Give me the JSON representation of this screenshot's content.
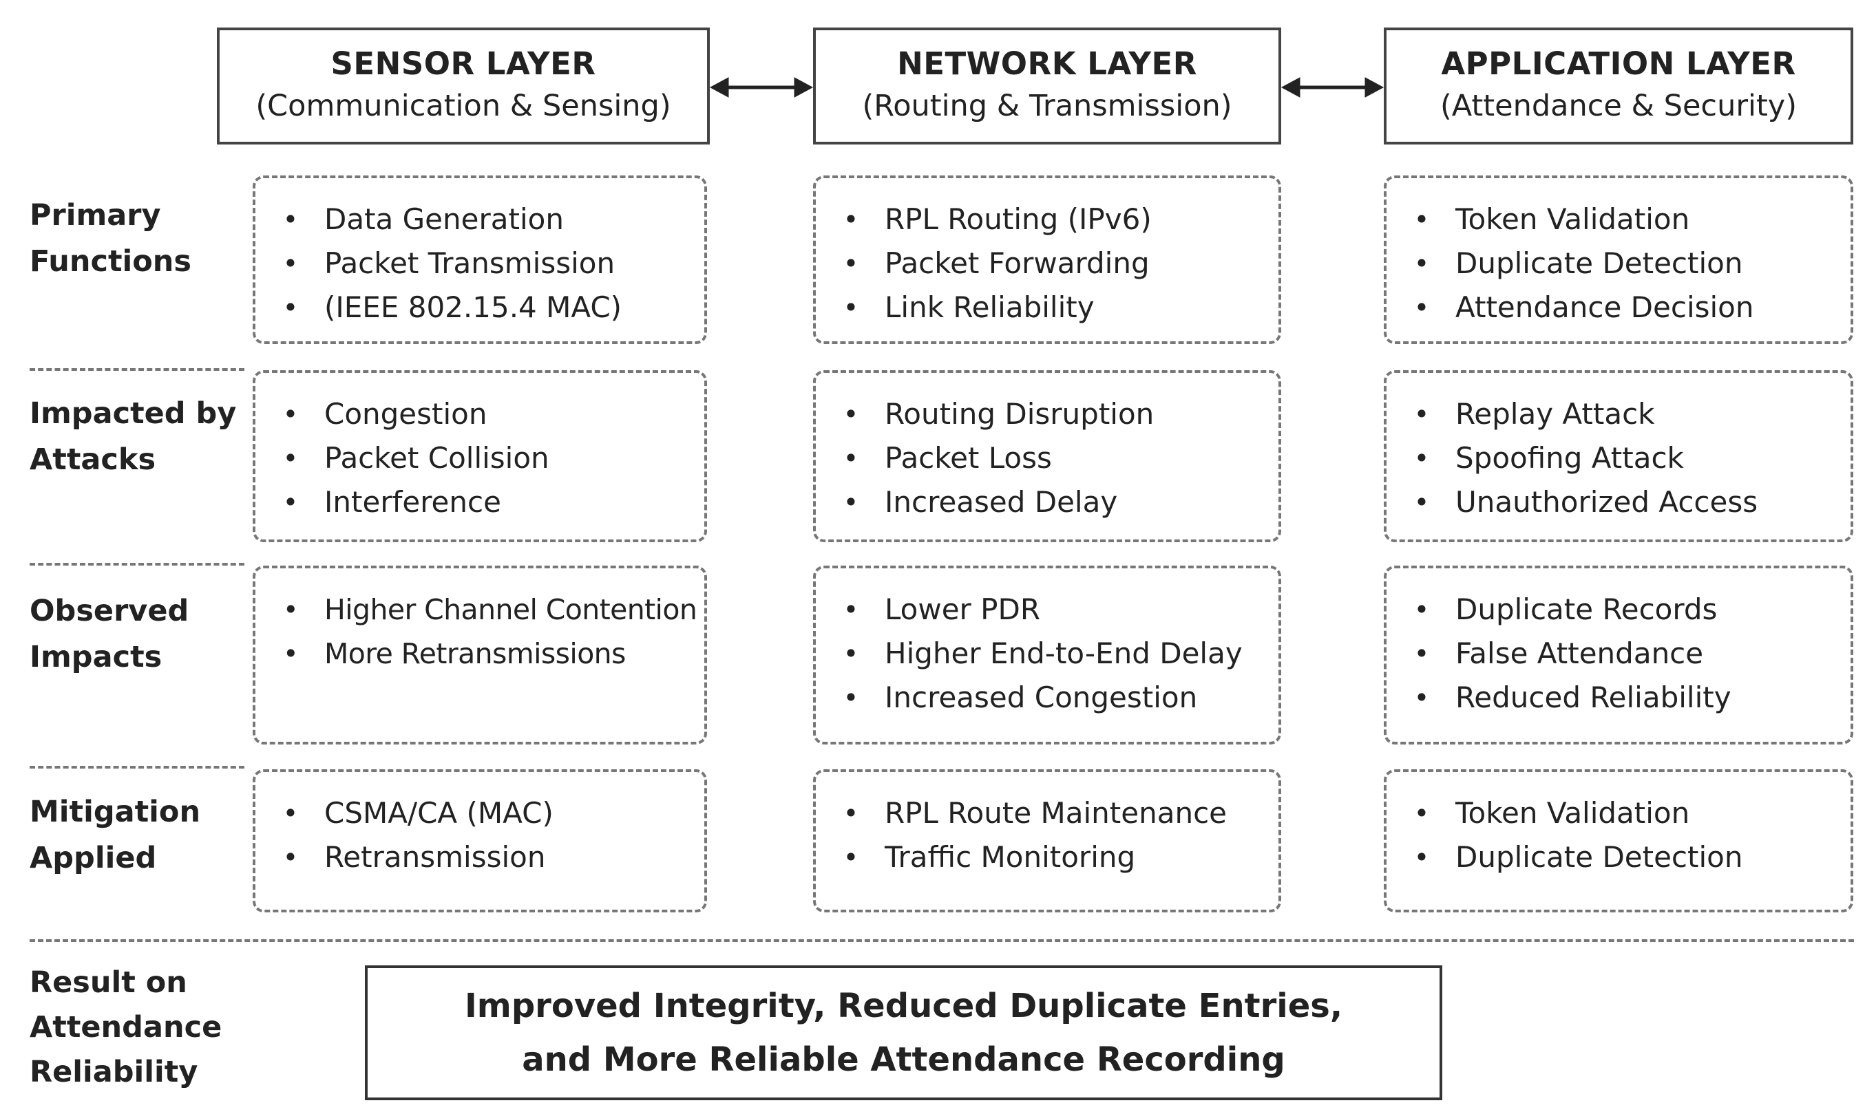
{
  "layers": [
    {
      "title": "SENSOR LAYER",
      "subtitle": "(Communication & Sensing)"
    },
    {
      "title": "NETWORK LAYER",
      "subtitle": "(Routing & Transmission)"
    },
    {
      "title": "APPLICATION LAYER",
      "subtitle": "(Attendance & Security)"
    }
  ],
  "rows": [
    {
      "label": [
        "Primary",
        "Functions"
      ],
      "cells": [
        [
          "Data Generation",
          "Packet Transmission",
          "(IEEE 802.15.4 MAC)"
        ],
        [
          "RPL Routing (IPv6)",
          "Packet Forwarding",
          "Link Reliability"
        ],
        [
          "Token Validation",
          "Duplicate Detection",
          "Attendance Decision"
        ]
      ]
    },
    {
      "label": [
        "Impacted by",
        "Attacks"
      ],
      "cells": [
        [
          "Congestion",
          "Packet Collision",
          "Interference"
        ],
        [
          "Routing Disruption",
          "Packet Loss",
          "Increased Delay"
        ],
        [
          "Replay Attack",
          "Spoofing Attack",
          "Unauthorized Access"
        ]
      ]
    },
    {
      "label": [
        "Observed",
        "Impacts"
      ],
      "cells": [
        [
          "Higher Channel Contention",
          "More Retransmissions"
        ],
        [
          "Lower PDR",
          "Higher End-to-End Delay",
          "Increased Congestion"
        ],
        [
          "Duplicate Records",
          "False Attendance",
          "Reduced Reliability"
        ]
      ]
    },
    {
      "label": [
        "Mitigation",
        "Applied"
      ],
      "cells": [
        [
          "CSMA/CA (MAC)",
          "Retransmission"
        ],
        [
          "RPL Route Maintenance",
          "Traffic Monitoring"
        ],
        [
          "Token Validation",
          "Duplicate Detection"
        ]
      ]
    }
  ],
  "result": {
    "label": [
      "Result on",
      "Attendance",
      "Reliability"
    ],
    "text": [
      "Improved Integrity, Reduced Duplicate Entries,",
      "and More Reliable Attendance Recording"
    ]
  }
}
